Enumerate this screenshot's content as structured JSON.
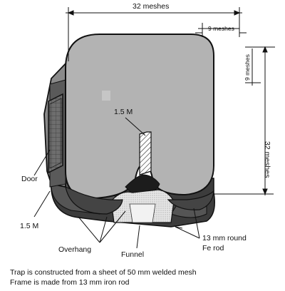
{
  "dimensions": {
    "top_width": "32 meshes",
    "corner_width": "9 meshes",
    "corner_height": "9 meshes",
    "side_height": "32 meshes"
  },
  "labels": {
    "funnel_height": "1.5 M",
    "door": "Door",
    "height": "1.5 M",
    "overhang": "Overhang",
    "funnel": "Funnel",
    "rod_line1": "13 mm round",
    "rod_line2": "Fe rod"
  },
  "caption": {
    "line1": "Trap is constructed from a sheet of 50 mm welded mesh",
    "line2": "Frame is made from 13 mm iron rod"
  }
}
